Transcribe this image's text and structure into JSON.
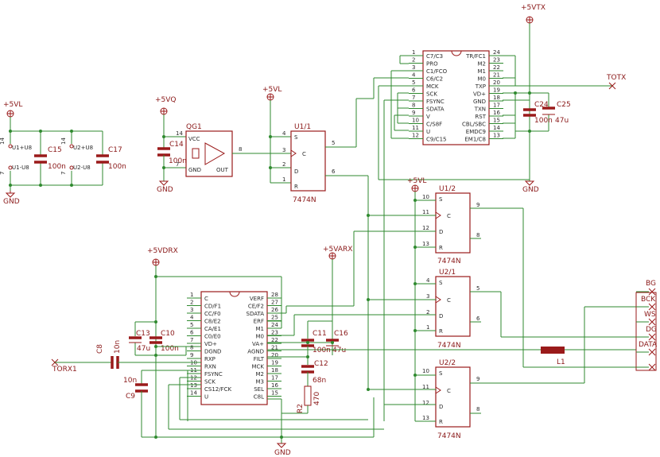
{
  "power": {
    "vl_top_left": "+5VL",
    "vq": "+5VQ",
    "vl_u11": "+5VL",
    "vtx": "+5VTX",
    "vl_u12": "+5VL",
    "vdrx": "+5VDRX",
    "varx": "+5VARX"
  },
  "grounds": [
    "GND",
    "GND",
    "GND",
    "GND"
  ],
  "supply_pins": [
    "U1+U8",
    "U1-U8",
    "U2+U8",
    "U2-U8"
  ],
  "caps": {
    "c15": "C15",
    "c15v": "100n",
    "c17": "C17",
    "c17v": "100n",
    "c14": "C14",
    "c14v": "100n",
    "c24": "C24",
    "c24v": "100n",
    "c25": "C25",
    "c25v": "47u",
    "c13": "C13",
    "c13v": "47u",
    "c10": "C10",
    "c10v": "100n",
    "c8": "C8",
    "c8v": "10n",
    "c9": "C9",
    "c9v": "10n",
    "c11": "C11",
    "c11v": "100n",
    "c16": "C16",
    "c16v": "47u",
    "c12": "C12",
    "c12v": "68n"
  },
  "resistor": {
    "name": "R2",
    "value": "470"
  },
  "inductor": {
    "name": "L1"
  },
  "oscillator": {
    "name": "QG1",
    "vcc": "VCC",
    "gnd": "GND",
    "out": "OUT",
    "pin_vcc": "14",
    "pin_gnd": "7",
    "pin_out": "8"
  },
  "flipflops": [
    {
      "name": "U1/1",
      "type": "7474N",
      "pins": [
        "S",
        "C",
        "D",
        "R"
      ],
      "pin_numbers": [
        "4",
        "3",
        "2",
        "1",
        "5",
        "6"
      ]
    },
    {
      "name": "U1/2",
      "type": "7474N",
      "pins": [
        "S",
        "C",
        "D",
        "R"
      ],
      "pin_numbers": [
        "10",
        "11",
        "12",
        "13",
        "9",
        "8"
      ]
    },
    {
      "name": "U2/1",
      "type": "7474N",
      "pins": [
        "S",
        "C",
        "D",
        "R"
      ],
      "pin_numbers": [
        "4",
        "3",
        "2",
        "1",
        "5",
        "6"
      ]
    },
    {
      "name": "U2/2",
      "type": "7474N",
      "pins": [
        "S",
        "C",
        "D",
        "R"
      ],
      "pin_numbers": [
        "10",
        "11",
        "12",
        "13",
        "9",
        "8"
      ]
    }
  ],
  "tx_chip": {
    "left": [
      "C7/C3",
      "PRO",
      "C1/FCO",
      "C6/C2",
      "MCK",
      "SCK",
      "FSYNC",
      "SDATA",
      "V",
      "C/S8F",
      "U",
      "C9/C15"
    ],
    "right": [
      "TR/FC1",
      "M2",
      "M1",
      "M0",
      "TXP",
      "VD+",
      "GND",
      "TXN",
      "RST",
      "CBL/SBC",
      "EMDC9",
      "EM1/C8"
    ],
    "left_nums": [
      "1",
      "2",
      "3",
      "4",
      "5",
      "6",
      "7",
      "8",
      "9",
      "10",
      "11",
      "12"
    ],
    "right_nums": [
      "24",
      "23",
      "22",
      "21",
      "20",
      "19",
      "18",
      "17",
      "16",
      "15",
      "14",
      "13"
    ]
  },
  "rx_chip": {
    "left": [
      "C",
      "CD/F1",
      "CC/F0",
      "C8/E2",
      "CA/E1",
      "C0/E0",
      "VD+",
      "DGND",
      "RXP",
      "RXN",
      "FSYNC",
      "SCK",
      "CS12/FCK",
      "U"
    ],
    "right": [
      "VERF",
      "CE/F2",
      "SDATA",
      "ERF",
      "M1",
      "M0",
      "VA+",
      "AGND",
      "FILT",
      "MCK",
      "M2",
      "M3",
      "SEL",
      "C8L"
    ],
    "left_nums": [
      "1",
      "2",
      "3",
      "4",
      "5",
      "6",
      "7",
      "8",
      "9",
      "10",
      "11",
      "12",
      "13",
      "14"
    ],
    "right_nums": [
      "28",
      "27",
      "26",
      "25",
      "24",
      "23",
      "22",
      "21",
      "20",
      "19",
      "18",
      "17",
      "16",
      "15"
    ]
  },
  "nets": {
    "totx": "TOTX",
    "torx": "TORX1",
    "bg": "BG",
    "bck": "BCK",
    "ws": "WS",
    "dg": "DG",
    "data": "DATA"
  }
}
